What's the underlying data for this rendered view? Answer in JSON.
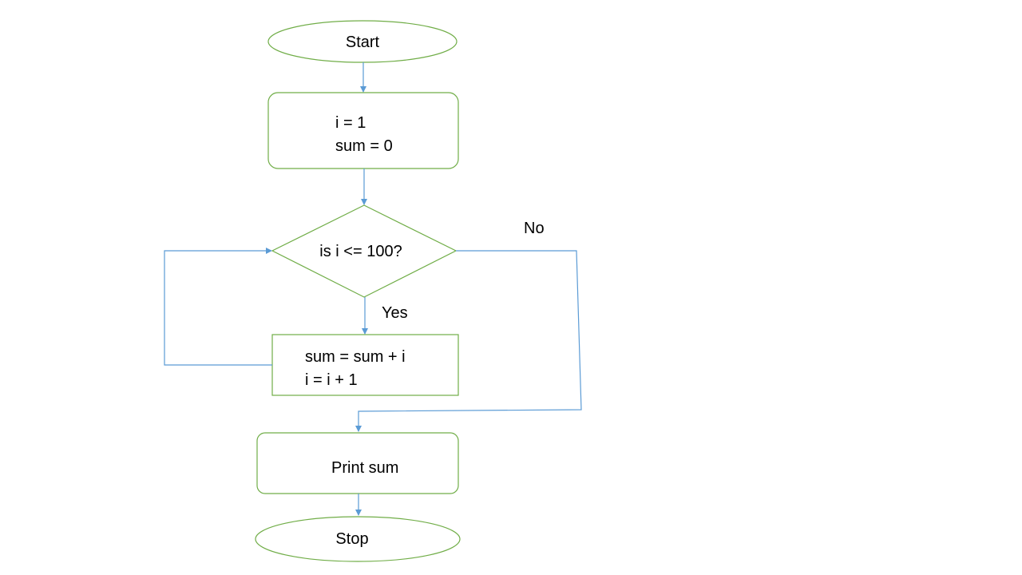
{
  "colors": {
    "shape_stroke": "#70ad47",
    "connector": "#5b9bd5",
    "text": "#000000",
    "background": "#ffffff"
  },
  "nodes": {
    "start": {
      "text": "Start"
    },
    "init": {
      "line1": "i = 1",
      "line2": "sum = 0"
    },
    "decision": {
      "text": "is i <= 100?"
    },
    "process": {
      "line1": "sum = sum + i",
      "line2": "i = i + 1"
    },
    "print": {
      "text": "Print sum"
    },
    "stop": {
      "text": "Stop"
    }
  },
  "edges": {
    "yes_label": "Yes",
    "no_label": "No"
  }
}
